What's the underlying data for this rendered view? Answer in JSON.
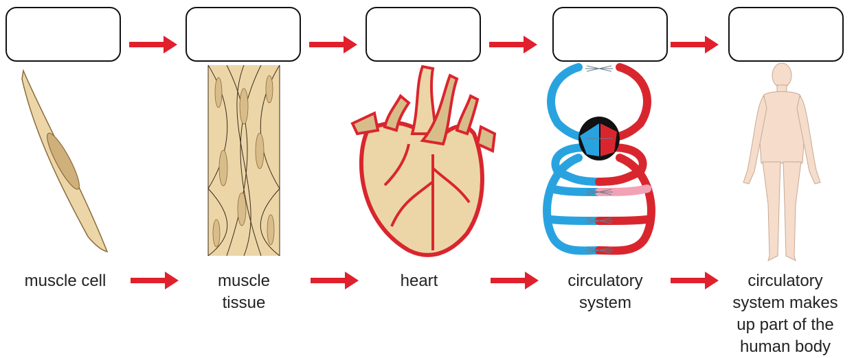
{
  "stages": [
    {
      "id": "muscle-cell",
      "label_lines": [
        "muscle cell"
      ]
    },
    {
      "id": "muscle-tissue",
      "label_lines": [
        "muscle",
        "tissue"
      ]
    },
    {
      "id": "heart",
      "label_lines": [
        "heart"
      ]
    },
    {
      "id": "circulatory-system",
      "label_lines": [
        "circulatory",
        "system"
      ]
    },
    {
      "id": "human-body",
      "label_lines": [
        "circulatory",
        "system makes",
        "up part of the",
        "human body"
      ]
    }
  ],
  "answer_boxes": [
    "",
    "",
    "",
    "",
    ""
  ],
  "colors": {
    "arrow": "#e0202c",
    "artery": "#d9262e",
    "vein": "#29a3e0",
    "tissue": "#ecd6a8",
    "body": "#f5dccb"
  }
}
